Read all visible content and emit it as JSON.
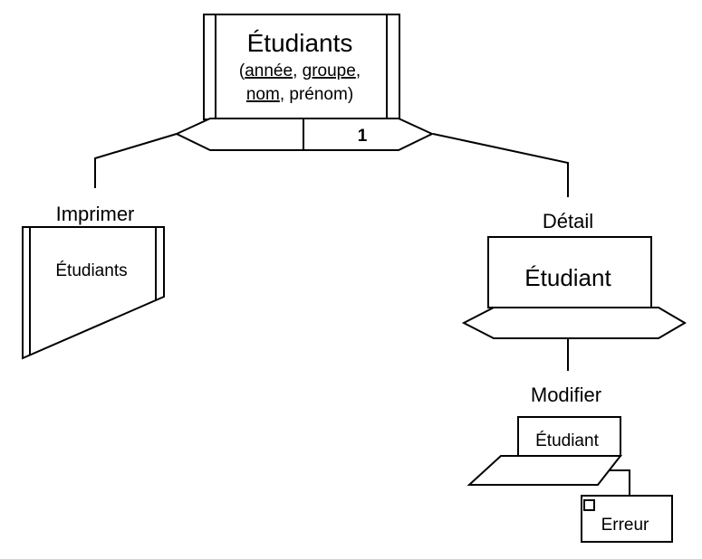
{
  "root": {
    "title": "Étudiants",
    "attributes": [
      "année",
      "groupe",
      "nom",
      "prénom"
    ],
    "cardinality": "1"
  },
  "imprimer": {
    "label": "Imprimer",
    "report_title": "Étudiants"
  },
  "detail": {
    "label": "Détail",
    "title": "Étudiant"
  },
  "modifier": {
    "label": "Modifier",
    "title": "Étudiant"
  },
  "erreur": {
    "label": "Erreur"
  }
}
